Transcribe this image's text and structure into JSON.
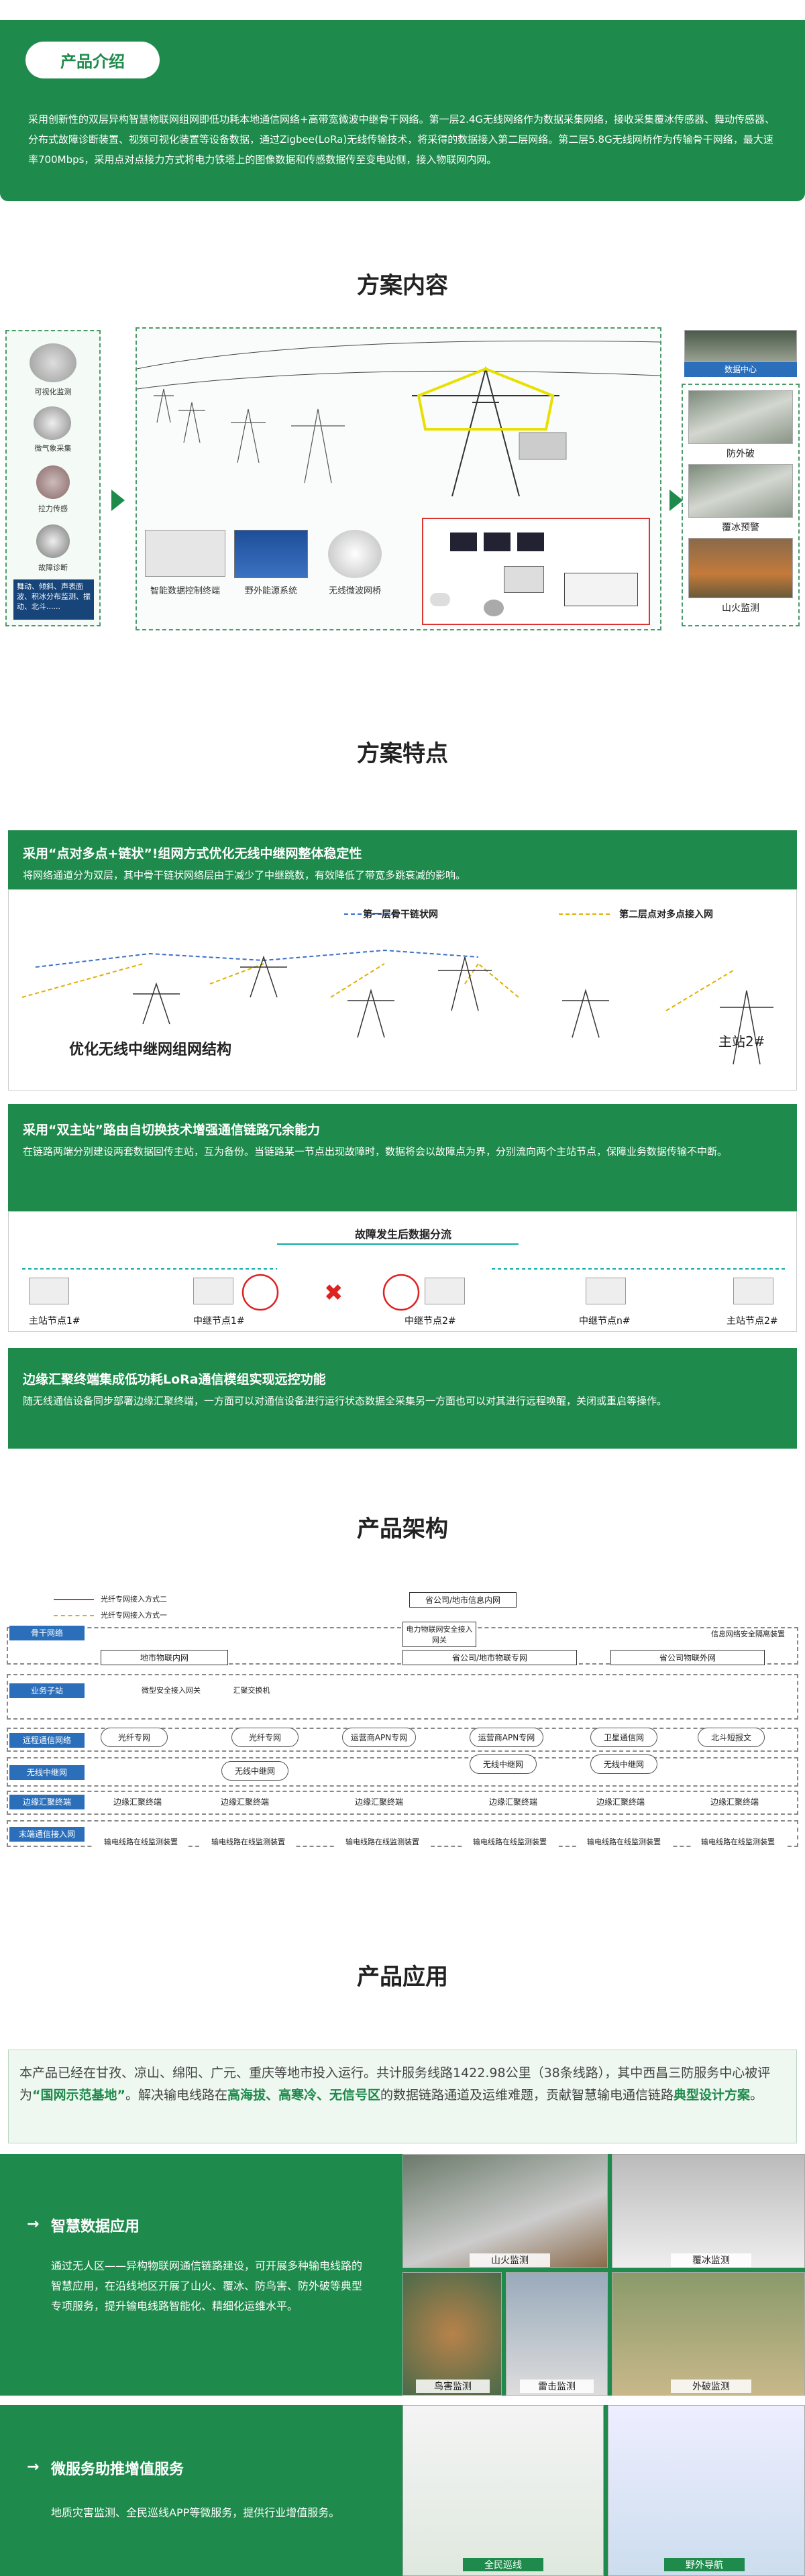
{
  "intro": {
    "title": "产品介绍",
    "text": "采用创新性的双层异构智慧物联网组网即低功耗本地通信网络+高带宽微波中继骨干网络。第一层2.4G无线网络作为数据采集网络，接收采集覆冰传感器、舞动传感器、分布式故障诊断装置、视频可视化装置等设备数据，通过Zigbee(LoRa)无线传输技术，将采得的数据接入第二层网络。第二层5.8G无线网桥作为传输骨干网络，最大速率700Mbps，采用点对点接力方式将电力铁塔上的图像数据和传感数据传至变电站侧，接入物联网内网。"
  },
  "solution": {
    "title": "方案内容",
    "devices": [
      "可视化监测",
      "微气象采集",
      "拉力传感",
      "故障诊断",
      "舞动、倾斜、声表面波、积冰分布监测、振动、北斗......"
    ],
    "center_items": [
      "智能数据控制终端",
      "野外能源系统",
      "无线微波网桥"
    ],
    "right_items": [
      "数据中心",
      "防外破",
      "覆冰预警",
      "山火监测"
    ]
  },
  "features": {
    "title": "方案特点",
    "f1": {
      "heading": "采用“点对多点+链状”!组网方式优化无线中继网整体稳定性",
      "desc": "将网络通道分为双层，其中骨干链状网络层由于减少了中继跳数，有效降低了带宽多跳衰减的影响。",
      "legend1": "第一层骨干链状网",
      "legend2": "第二层点对多点接入网",
      "diagram_label": "优化无线中继网组网结构",
      "station_label": "主站2#"
    },
    "f2": {
      "heading": "采用“双主站”路由自切换技术增强通信链路冗余能力",
      "desc": "在链路两端分别建设两套数据回传主站，互为备份。当链路某一节点出现故障时，数据将会以故障点为界，分别流向两个主站节点，保障业务数据传输不中断。",
      "flow_title": "故障发生后数据分流",
      "nodes": [
        "主站节点1#",
        "中继节点1#",
        "中继节点2#",
        "中继节点n#",
        "主站节点2#"
      ]
    },
    "f3": {
      "heading": "边缘汇聚终端集成低功耗LoRa通信模组实现远控功能",
      "desc": "随无线通信设备同步部署边缘汇聚终端，一方面可以对通信设备进行运行状态数据全采集另一方面也可以对其进行远程唤醒，关闭或重启等操作。"
    }
  },
  "architecture": {
    "title": "产品架构",
    "legend_a": "光纤专网接入方式二",
    "legend_b": "光纤专网接入方式一",
    "top_node": "省公司/地市信息内网",
    "layers": [
      "骨干网络",
      "业务子站",
      "远程通信网络",
      "无线中继网",
      "边缘汇聚终端",
      "末端通信接入网"
    ],
    "nets": [
      "地市物联内网",
      "省公司/地市物联专网",
      "省公司物联外网"
    ],
    "gateway": "电力物联网安全接入网关",
    "isolate": "信息网络安全隔离装置",
    "substation_items": [
      "微型安全接入网关",
      "汇聚交换机"
    ],
    "remote": [
      "光纤专网",
      "光纤专网",
      "运营商APN专网",
      "运营商APN专网",
      "卫星通信网",
      "北斗短报文"
    ],
    "relay": [
      "无线中继网",
      "无线中继网",
      "无线中继网"
    ],
    "edge": [
      "边缘汇聚终端",
      "边缘汇聚终端",
      "边缘汇聚终端",
      "边缘汇聚终端",
      "边缘汇聚终端",
      "边缘汇聚终端"
    ],
    "terminal": [
      "输电线路在线监测装置",
      "输电线路在线监测装置",
      "输电线路在线监测装置",
      "输电线路在线监测装置",
      "输电线路在线监测装置",
      "输电线路在线监测装置"
    ]
  },
  "application": {
    "title": "产品应用",
    "summary_a": "本产品已经在甘孜、凉山、绵阳、广元、重庆等地市投入运行。共计服务线路1422.98公里（38条线路），其中西昌三防服务中心被评为",
    "summary_b": "“国网示范基地”",
    "summary_c": "。解决输电线路在",
    "summary_d": "高海拔、高寒冷、无信号区",
    "summary_e": "的数据链路通道及运维难题，贡献智慧输电通信链路",
    "summary_f": "典型设计方案",
    "summary_g": "。",
    "app1": {
      "title": "智慧数据应用",
      "desc": "通过无人区——异构物联网通信链路建设，可开展多种输电线路的智慧应用，在沿线地区开展了山火、覆冰、防鸟害、防外破等典型专项服务，提升输电线路智能化、精细化运维水平。",
      "photos": [
        "山火监测",
        "覆冰监测",
        "鸟害监测",
        "雷击监测",
        "外破监测"
      ]
    },
    "app2": {
      "title": "微服务助推增值服务",
      "desc": "地质灾害监测、全民巡线APP等微服务，提供行业增值服务。",
      "photos": [
        "全民巡线",
        "野外导航"
      ]
    }
  }
}
